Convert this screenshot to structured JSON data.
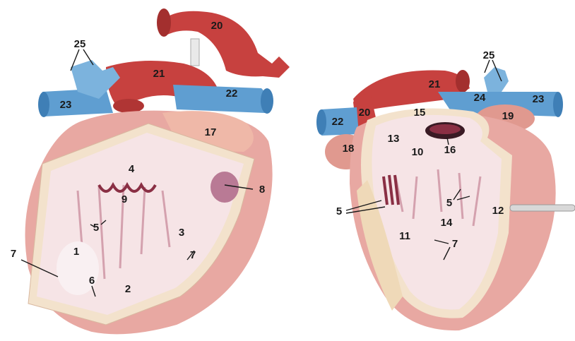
{
  "figure": {
    "left_view": {
      "labels": {
        "n1": "1",
        "n2": "2",
        "n3": "3",
        "n4": "4",
        "n5": "5",
        "n6": "6",
        "n7a": "7",
        "n7b": "7",
        "n8": "8",
        "n9": "9",
        "n17": "17",
        "n20": "20",
        "n21": "21",
        "n22": "22",
        "n23": "23",
        "n25": "25"
      }
    },
    "right_view": {
      "labels": {
        "n5a": "5",
        "n5b": "5",
        "n7": "7",
        "n10": "10",
        "n11": "11",
        "n12": "12",
        "n13": "13",
        "n14": "14",
        "n15": "15",
        "n16": "16",
        "n18": "18",
        "n19": "19",
        "n20": "20",
        "n21": "21",
        "n22": "22",
        "n23": "23",
        "n24": "24",
        "n25": "25"
      }
    },
    "colors": {
      "artery": "#c7413f",
      "vein": "#5f9ed1",
      "myocardium": "#e8a8a2",
      "chamber_interior": "#f6e4e6",
      "cut_edge": "#f3e2cc"
    }
  }
}
